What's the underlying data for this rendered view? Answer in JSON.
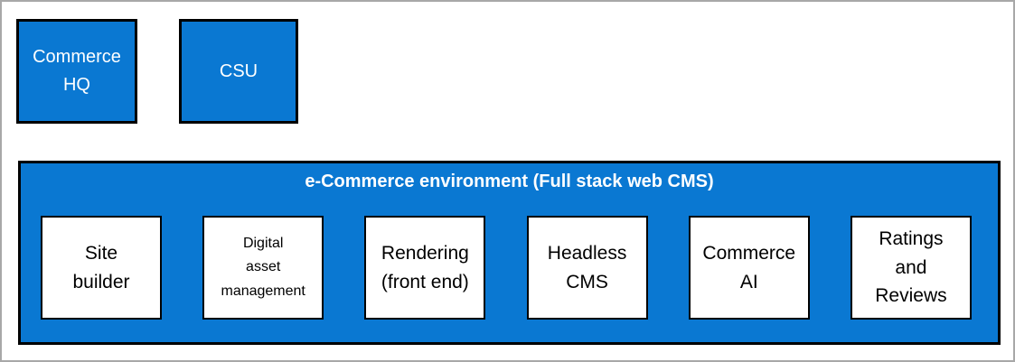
{
  "colors": {
    "fill_blue": "#0a78d2",
    "border_black": "#000000",
    "frame_gray": "#a8a8a8",
    "component_white": "#ffffff"
  },
  "top_boxes": [
    {
      "label": "Commerce\nHQ"
    },
    {
      "label": "CSU"
    }
  ],
  "environment": {
    "title": "e-Commerce environment (Full stack web CMS)",
    "components": [
      {
        "label": "Site\nbuilder"
      },
      {
        "label": "Digital\nasset\nmanagement"
      },
      {
        "label": "Rendering\n(front end)"
      },
      {
        "label": "Headless\nCMS"
      },
      {
        "label": "Commerce\nAI"
      },
      {
        "label": "Ratings\nand\nReviews"
      }
    ]
  }
}
